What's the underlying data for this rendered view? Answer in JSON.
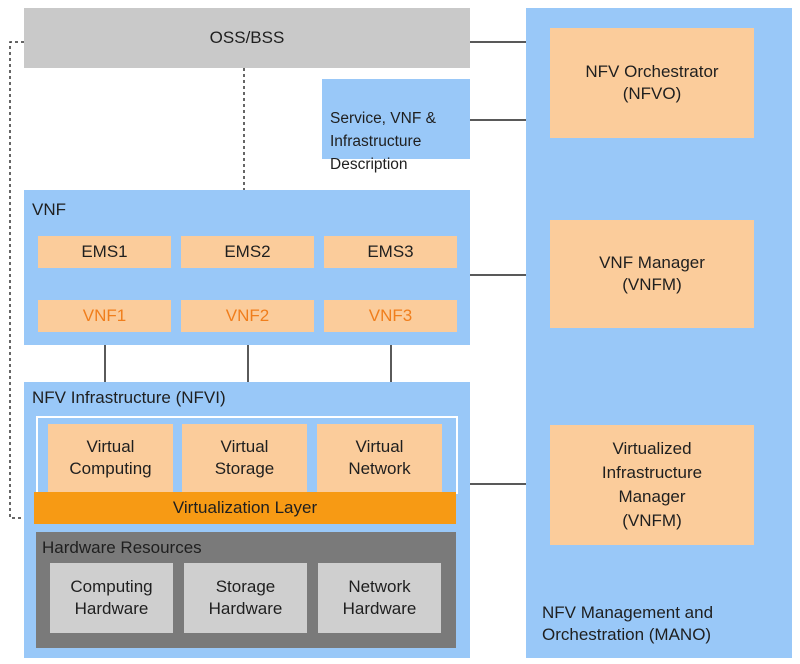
{
  "oss_bss": {
    "label": "OSS/BSS"
  },
  "description_box": {
    "label": "Service, VNF &\nInfrastructure\nDescription"
  },
  "vnf_section": {
    "title": "VNF",
    "ems": [
      "EMS1",
      "EMS2",
      "EMS3"
    ],
    "vnfs": [
      "VNF1",
      "VNF2",
      "VNF3"
    ]
  },
  "nfvi": {
    "title": "NFV Infrastructure (NFVI)",
    "virtual": [
      "Virtual\nComputing",
      "Virtual\nStorage",
      "Virtual\nNetwork"
    ],
    "virtualization_layer": "Virtualization Layer",
    "hardware_title": "Hardware Resources",
    "hardware": [
      "Computing\nHardware",
      "Storage\nHardware",
      "Network\nHardware"
    ]
  },
  "mano": {
    "title": "NFV Management and\nOrchestration (MANO)",
    "nfvo": "NFV Orchestrator\n(NFVO)",
    "vnfm": "VNF Manager\n(VNFM)",
    "vim": "Virtualized\nInfrastructure\nManager\n(VNFM)"
  },
  "colors": {
    "blue_panel": "#99c8f8",
    "peach_box": "#fbcc9b",
    "orange_layer": "#f79a14",
    "vnf_text": "#f07e1c",
    "gray_bar": "#c9c9c9",
    "hardware_dark": "#7a7a7a",
    "hardware_light": "#cfcfcf"
  }
}
